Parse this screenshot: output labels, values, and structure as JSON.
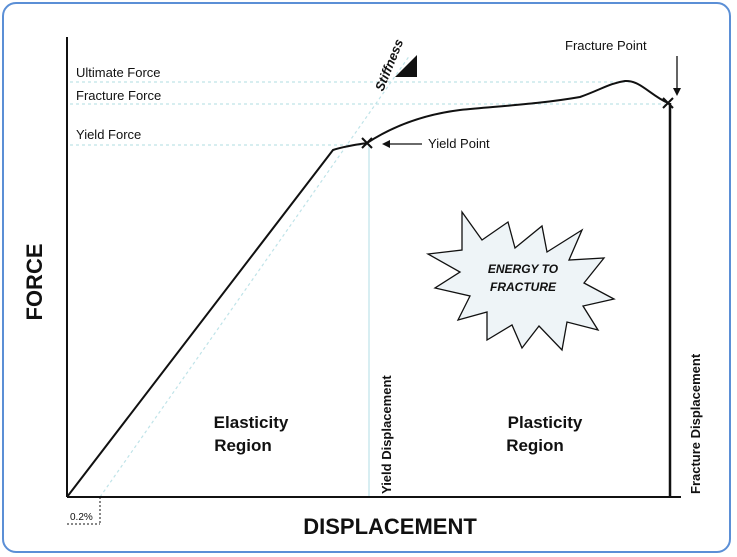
{
  "diagram": {
    "y_axis_title": "FORCE",
    "x_axis_title": "DISPLACEMENT",
    "offset_label": "0.2%",
    "labels": {
      "ultimate_force": "Ultimate Force",
      "fracture_force": "Fracture Force",
      "yield_force": "Yield Force",
      "stiffness": "Stiffness",
      "fracture_point": "Fracture Point",
      "yield_point": "Yield Point",
      "yield_displacement": "Yield Displacement",
      "fracture_displacement": "Fracture Displacement"
    },
    "regions": {
      "elasticity_line1": "Elasticity",
      "elasticity_line2": "Region",
      "plasticity_line1": "Plasticity",
      "plasticity_line2": "Region"
    },
    "energy": {
      "line1": "ENERGY TO",
      "line2": "FRACTURE"
    },
    "colors": {
      "curve": "#111111",
      "guide": "#bfe3e8",
      "frame": "#5b8fd6",
      "starburst_fill": "#eef4f7"
    }
  }
}
